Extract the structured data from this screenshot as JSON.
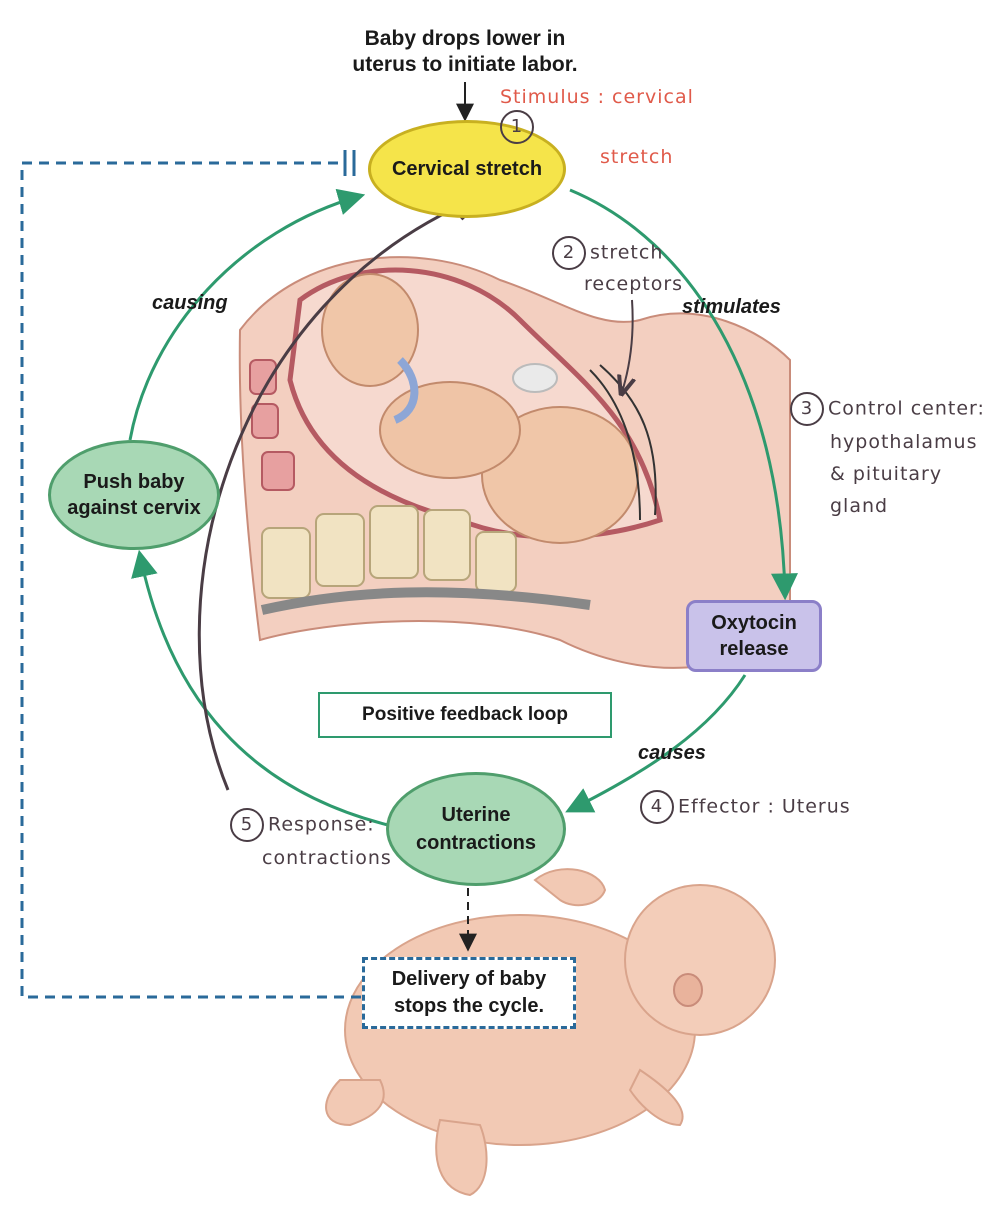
{
  "top_caption": {
    "line1": "Baby drops lower in",
    "line2": "uterus to initiate labor."
  },
  "nodes": {
    "cervical_stretch": "Cervical stretch",
    "push_baby": {
      "line1": "Push baby",
      "line2": "against cervix"
    },
    "oxytocin": {
      "line1": "Oxytocin",
      "line2": "release"
    },
    "uterine": {
      "line1": "Uterine",
      "line2": "contractions"
    },
    "delivery": {
      "line1": "Delivery of baby",
      "line2": "stops the cycle."
    }
  },
  "edge_labels": {
    "causing": "causing",
    "stimulates": "stimulates",
    "causes": "causes"
  },
  "title_box": "Positive feedback loop",
  "annotations": {
    "a1": {
      "num": "1",
      "line1": "Stimulus : cervical",
      "line2": "stretch"
    },
    "a2": {
      "num": "2",
      "line1": "stretch",
      "line2": "receptors"
    },
    "a3": {
      "num": "3",
      "line1": "Control center:",
      "line2": "hypothalamus",
      "line3": "& pituitary gland"
    },
    "a4": {
      "num": "4",
      "text": "Effector : Uterus"
    },
    "a5": {
      "num": "5",
      "line1": "Response:",
      "line2": "contractions"
    }
  },
  "colors": {
    "loop_green": "#2e9a6e",
    "cervical_fill": "#f5e44a",
    "cervical_stroke": "#c8b020",
    "green_fill": "#a8d8b5",
    "green_stroke": "#4f9e6c",
    "oxytocin_fill": "#c9c2ea",
    "oxytocin_stroke": "#8b7fc8",
    "dashed_blue": "#2a6a9a",
    "annotation_red": "#e05a4a",
    "annotation_dark": "#4a3d45"
  }
}
